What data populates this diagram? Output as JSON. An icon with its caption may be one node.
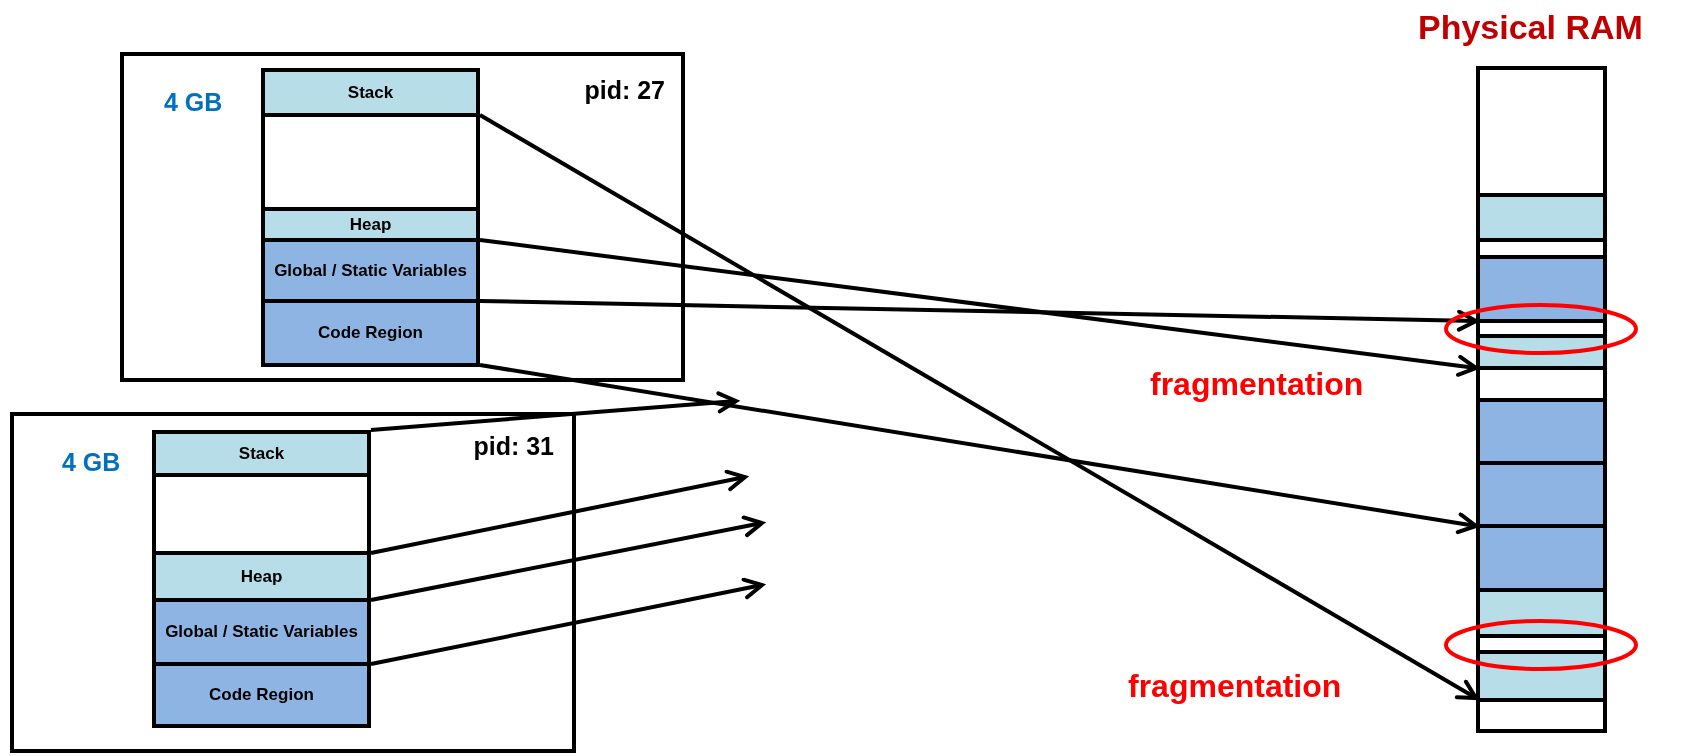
{
  "diagram": {
    "nodes": [
      {
        "text": [
          "4 GB",
          "pid: 27"
        ]
      },
      {
        "text": [
          "Stack"
        ],
        "in": 0
      },
      {
        "text": [],
        "shape": "box",
        "in": 0
      },
      {
        "text": [
          "Heap"
        ],
        "in": 0
      },
      {
        "text": [
          "Global / Static Variables"
        ],
        "in": 0
      },
      {
        "text": [
          "Code Region"
        ],
        "in": 0
      },
      {
        "text": [
          "4 GB",
          "pid: 31"
        ]
      },
      {
        "text": [
          "Stack"
        ],
        "in": 6
      },
      {
        "text": [],
        "shape": "box",
        "in": 6
      },
      {
        "text": [
          "Heap"
        ],
        "in": 6
      },
      {
        "text": [
          "Global / Static Variables"
        ],
        "in": 6
      },
      {
        "text": [
          "Code Region"
        ],
        "in": 6
      },
      {
        "text": [
          "Physical RAM"
        ]
      },
      {
        "text": [],
        "shape": "box",
        "in": 12
      },
      {
        "text": [],
        "shape": "box",
        "in": 12
      },
      {
        "text": [],
        "shape": "box",
        "in": 12
      },
      {
        "text": [],
        "shape": "box",
        "in": 12
      },
      {
        "text": [],
        "shape": "box",
        "in": 12
      },
      {
        "text": [],
        "shape": "box",
        "in": 12
      },
      {
        "text": [],
        "shape": "box",
        "in": 12
      },
      {
        "text": [],
        "shape": "box",
        "in": 12
      },
      {
        "text": [],
        "shape": "box",
        "in": 12
      },
      {
        "text": [],
        "shape": "box",
        "in": 12
      },
      {
        "text": [],
        "shape": "box",
        "in": 12
      },
      {
        "text": [],
        "shape": "box",
        "in": 12
      },
      {
        "text": [],
        "shape": "box",
        "in": 12
      },
      {
        "text": [],
        "shape": "box",
        "in": 12
      }
    ],
    "edges": [
      {
        "from": 1,
        "to": 25,
        "arrow": "to"
      },
      {
        "from": 3,
        "to": 18,
        "arrow": "to"
      },
      {
        "from": 4,
        "to": 16,
        "arrow": "to"
      },
      {
        "from": 5,
        "to": 21,
        "arrow": "to"
      },
      {
        "from": 7,
        "to": null,
        "arrow": "to"
      },
      {
        "from": 8,
        "to": null,
        "arrow": "to"
      },
      {
        "from": 9,
        "to": null,
        "arrow": "to"
      },
      {
        "from": 10,
        "to": null,
        "arrow": "to"
      }
    ],
    "labels": [
      "fragmentation",
      "fragmentation"
    ]
  }
}
